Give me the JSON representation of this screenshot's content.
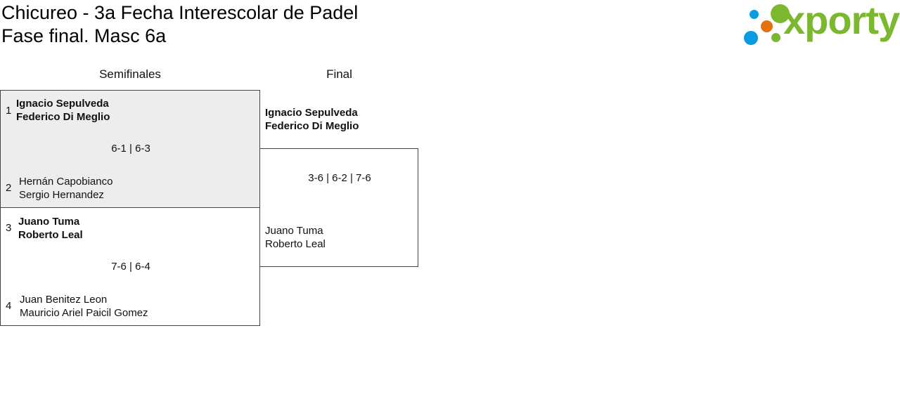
{
  "header": {
    "title_line1": "Chicureo - 3a Fecha Interescolar de Padel",
    "title_line2": "Fase final. Masc 6a"
  },
  "logo": {
    "text": "xporty",
    "green": "#7cb82f",
    "orange": "#e5700f",
    "blue": "#0b9be3"
  },
  "columns": {
    "semifinals": "Semifinales",
    "final": "Final"
  },
  "semifinals": [
    {
      "top": {
        "seed": "1",
        "p1": "Ignacio Sepulveda",
        "p2": "Federico Di Meglio"
      },
      "score": "6-1 | 6-3",
      "bottom": {
        "seed": "2",
        "p1": "Hernán Capobianco",
        "p2": "Sergio Hernandez"
      }
    },
    {
      "top": {
        "seed": "3",
        "p1": "Juano Tuma",
        "p2": "Roberto Leal"
      },
      "score": "7-6 | 6-4",
      "bottom": {
        "seed": "4",
        "p1": "Juan Benitez Leon",
        "p2": "Mauricio Ariel Paicil Gomez"
      }
    }
  ],
  "final": {
    "top": {
      "p1": "Ignacio Sepulveda",
      "p2": "Federico Di Meglio"
    },
    "score": "3-6 | 6-2 | 7-6",
    "bottom": {
      "p1": "Juano Tuma",
      "p2": "Roberto Leal"
    }
  }
}
